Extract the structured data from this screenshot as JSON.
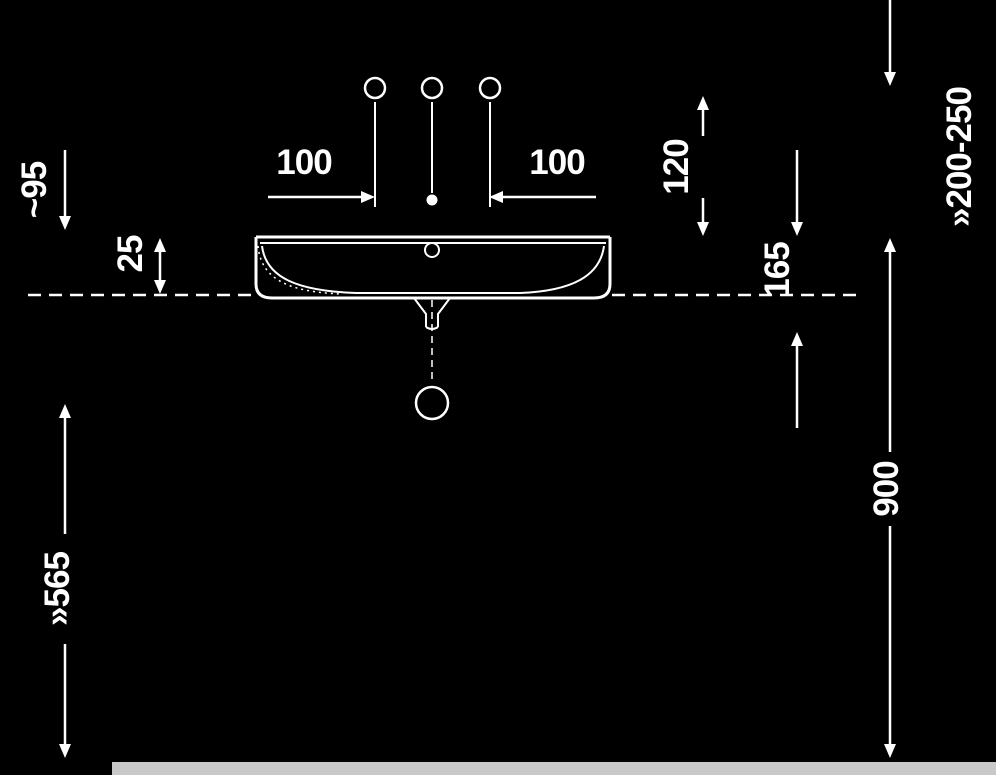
{
  "title": "Washbasin installation dimension drawing",
  "colors": {
    "background": "#000000",
    "line": "#ffffff",
    "floor": "#c8c8c8"
  },
  "dimensions": {
    "tap_spacing_left": "100",
    "tap_spacing_right": "100",
    "tap_to_rim": "120",
    "rim_to_outlet_bottom": "165",
    "rim_to_console": "25",
    "console_clearance": "~95",
    "floor_to_trap": "»565",
    "outlet_height_range": "»200-250",
    "rim_height": "900"
  }
}
